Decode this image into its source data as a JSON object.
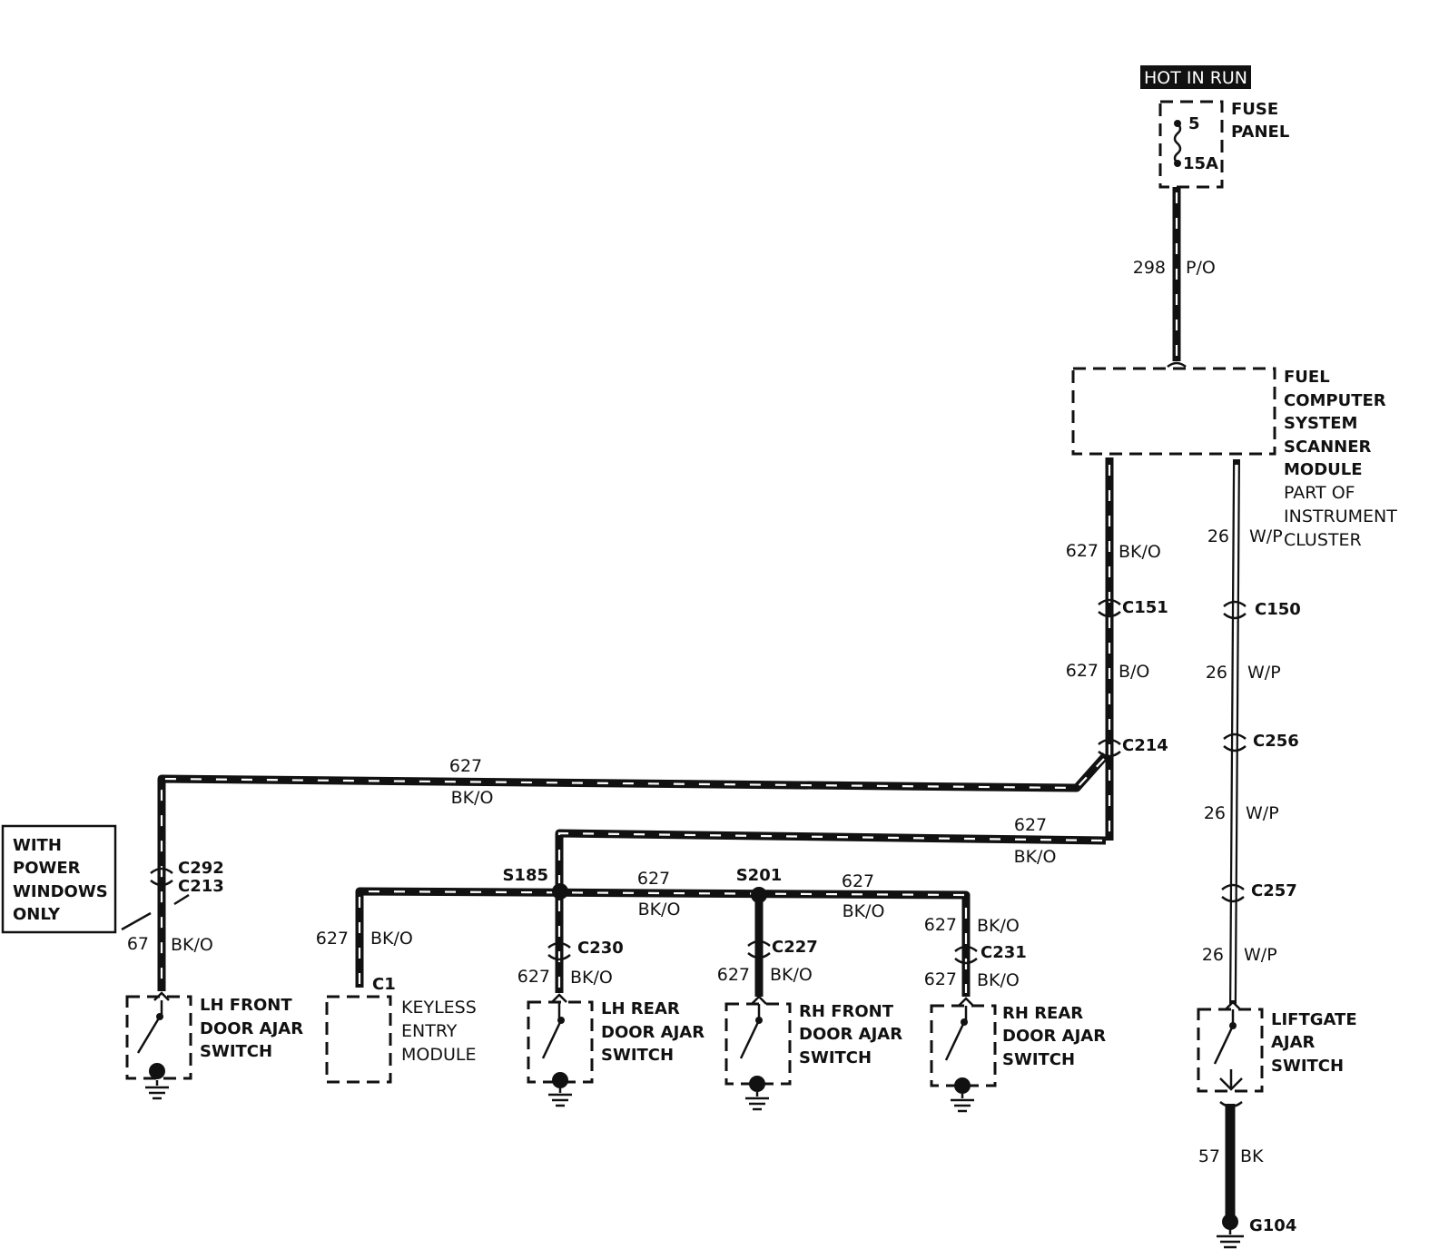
{
  "hot_in_run": "HOT IN RUN",
  "fuse_panel": {
    "line1": "FUSE",
    "line2": "PANEL",
    "fuse_num": "5",
    "fuse_rating": "15A"
  },
  "module": {
    "line1": "FUEL",
    "line2": "COMPUTER",
    "line3": "SYSTEM",
    "line4": "SCANNER",
    "line5": "MODULE",
    "line6": "PART OF",
    "line7": "INSTRUMENT",
    "line8": "CLUSTER"
  },
  "wires": {
    "w298_num": "298",
    "w298_color": "P/O",
    "w627_a_num": "627",
    "w627_a_color": "BK/O",
    "w627_b_num": "627",
    "w627_b_color": "B/O",
    "w627_top_num": "627",
    "w627_top_color": "BK/O",
    "w627_mid_num": "627",
    "w627_mid_color": "BK/O",
    "w627_s185_num": "627",
    "w627_s185_color": "BK/O",
    "w627_s201_num": "627",
    "w627_s201_color": "BK/O",
    "w67_num": "67",
    "w67_color": "BK/O",
    "w627_key_num": "627",
    "w627_key_color": "BK/O",
    "w627_lhr_num": "627",
    "w627_lhr_color": "BK/O",
    "w627_rhf_num": "627",
    "w627_rhf_color": "BK/O",
    "w627_rhr1_num": "627",
    "w627_rhr1_color": "BK/O",
    "w627_rhr2_num": "627",
    "w627_rhr2_color": "BK/O",
    "w26_a_num": "26",
    "w26_a_color": "W/P",
    "w26_b_num": "26",
    "w26_b_color": "W/P",
    "w26_c_num": "26",
    "w26_c_color": "W/P",
    "w26_d_num": "26",
    "w26_d_color": "W/P",
    "w57_num": "57",
    "w57_color": "BK"
  },
  "connectors": {
    "c151": "C151",
    "c214": "C214",
    "c150": "C150",
    "c256": "C256",
    "c257": "C257",
    "c292": "C292",
    "c213": "C213",
    "c230": "C230",
    "c227": "C227",
    "c231": "C231",
    "c1": "C1"
  },
  "splices": {
    "s185": "S185",
    "s201": "S201"
  },
  "ground": "G104",
  "power_windows": {
    "line1": "WITH",
    "line2": "POWER",
    "line3": "WINDOWS",
    "line4": "ONLY"
  },
  "components": {
    "lh_front": {
      "line1": "LH FRONT",
      "line2": "DOOR AJAR",
      "line3": "SWITCH"
    },
    "keyless": {
      "line1": "KEYLESS",
      "line2": "ENTRY",
      "line3": "MODULE"
    },
    "lh_rear": {
      "line1": "LH REAR",
      "line2": "DOOR AJAR",
      "line3": "SWITCH"
    },
    "rh_front": {
      "line1": "RH FRONT",
      "line2": "DOOR AJAR",
      "line3": "SWITCH"
    },
    "rh_rear": {
      "line1": "RH REAR",
      "line2": "DOOR AJAR",
      "line3": "SWITCH"
    },
    "liftgate": {
      "line1": "LIFTGATE",
      "line2": "AJAR",
      "line3": "SWITCH"
    }
  }
}
